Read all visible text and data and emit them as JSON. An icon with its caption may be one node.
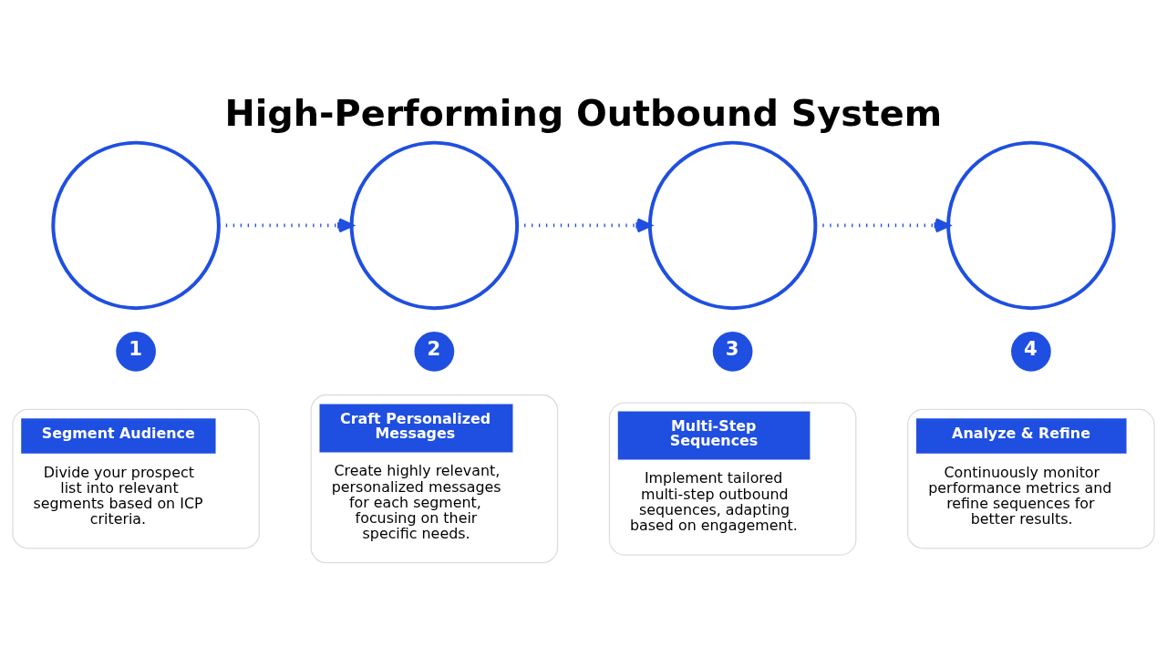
{
  "diagram": {
    "title": "High-Performing Outbound System",
    "nodes": [
      {
        "text": [],
        "shape": "circle"
      },
      {
        "text": [],
        "shape": "circle"
      },
      {
        "text": [],
        "shape": "circle"
      },
      {
        "text": [],
        "shape": "circle"
      },
      {
        "text": [
          "1"
        ]
      },
      {
        "text": [
          "2"
        ]
      },
      {
        "text": [
          "3"
        ]
      },
      {
        "text": [
          "4"
        ]
      },
      {
        "text": [
          "Segment Audience",
          "Divide your prospect list into relevant segments based on ICP criteria."
        ]
      },
      {
        "text": [
          "Craft Personalized Messages",
          "Create highly relevant, personalized messages for each segment, focusing on their specific needs."
        ]
      },
      {
        "text": [
          "Multi-Step Sequences",
          "Implement tailored multi-step outbound sequences, adapting based on engagement."
        ]
      },
      {
        "text": [
          "Analyze & Refine",
          "Continuously monitor performance metrics and refine sequences for better results."
        ]
      }
    ],
    "edges": [
      {
        "from": 0,
        "to": 1,
        "arrow": "to",
        "style": "dashed"
      },
      {
        "from": 1,
        "to": 2,
        "arrow": "to",
        "style": "dashed"
      },
      {
        "from": 2,
        "to": 3,
        "arrow": "to",
        "style": "dashed"
      }
    ]
  }
}
